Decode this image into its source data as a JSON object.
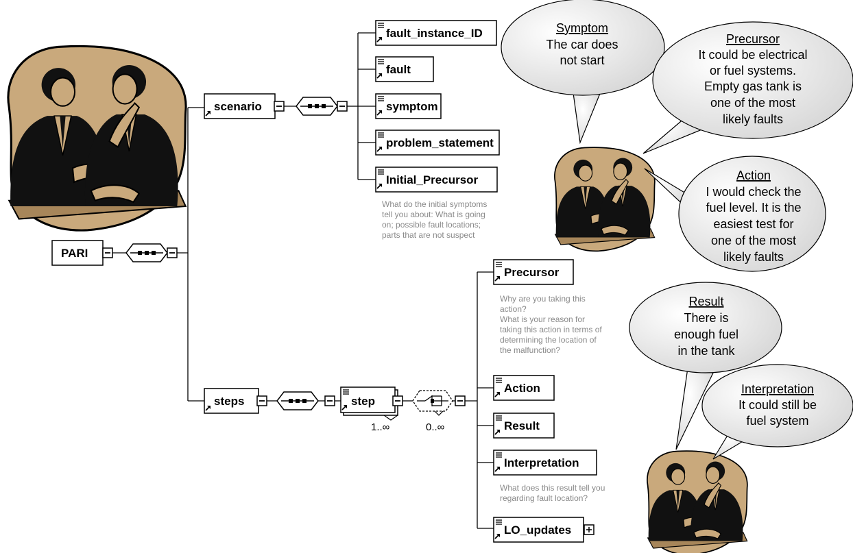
{
  "root": {
    "label": "PARI"
  },
  "scenario": {
    "label": "scenario",
    "children": [
      "fault_instance_ID",
      "fault",
      "symptom",
      "problem_statement",
      "Initial_Precursor"
    ],
    "annotation": [
      "What do the initial symptoms",
      "tell you about: What is going",
      "on; possible fault locations;",
      "parts that are not suspect"
    ]
  },
  "steps": {
    "label": "steps",
    "step_label": "step",
    "step_multiplicity": "1..∞",
    "choice_multiplicity": "0..∞"
  },
  "step_children": {
    "precursor": {
      "label": "Precursor",
      "annotation": [
        "Why are you taking this",
        "action?",
        "What is your reason for",
        "taking this action in terms of",
        "determining the location of",
        "the malfunction?"
      ]
    },
    "action": {
      "label": "Action"
    },
    "result": {
      "label": "Result"
    },
    "interpretation": {
      "label": "Interpretation",
      "annotation": [
        "What does this result tell you",
        "regarding fault location?"
      ]
    },
    "lo_updates": {
      "label": "LO_updates"
    }
  },
  "bubbles": {
    "symptom": {
      "title": "Symptom",
      "lines": [
        "The car does",
        "not start"
      ]
    },
    "precursor": {
      "title": "Precursor",
      "lines": [
        "It could be electrical",
        "or fuel systems.",
        "Empty gas tank is",
        "one of the most",
        "likely faults"
      ]
    },
    "action": {
      "title": "Action",
      "lines": [
        "I would check the",
        "fuel level.  It is the",
        "easiest test for",
        "one of the most",
        "likely faults"
      ]
    },
    "result": {
      "title": "Result",
      "lines": [
        "There is",
        "enough fuel",
        "in the tank"
      ]
    },
    "interpretation": {
      "title": "Interpretation",
      "lines": [
        "It could still be",
        "fuel system"
      ]
    }
  },
  "colors": {
    "tan": "#c9a97c",
    "bubble_fill": "#ececec",
    "annotation_text": "#8a8a8a",
    "lines": "#000000"
  },
  "icons": {
    "element_icon": "element-ref-icon",
    "sequence_icon": "sequence-compositor-icon",
    "choice_icon": "choice-compositor-icon",
    "collapse_icon": "collapse-box-icon",
    "expand_icon": "expand-box-icon",
    "people_illustration": "two-businessmen-illustration"
  }
}
